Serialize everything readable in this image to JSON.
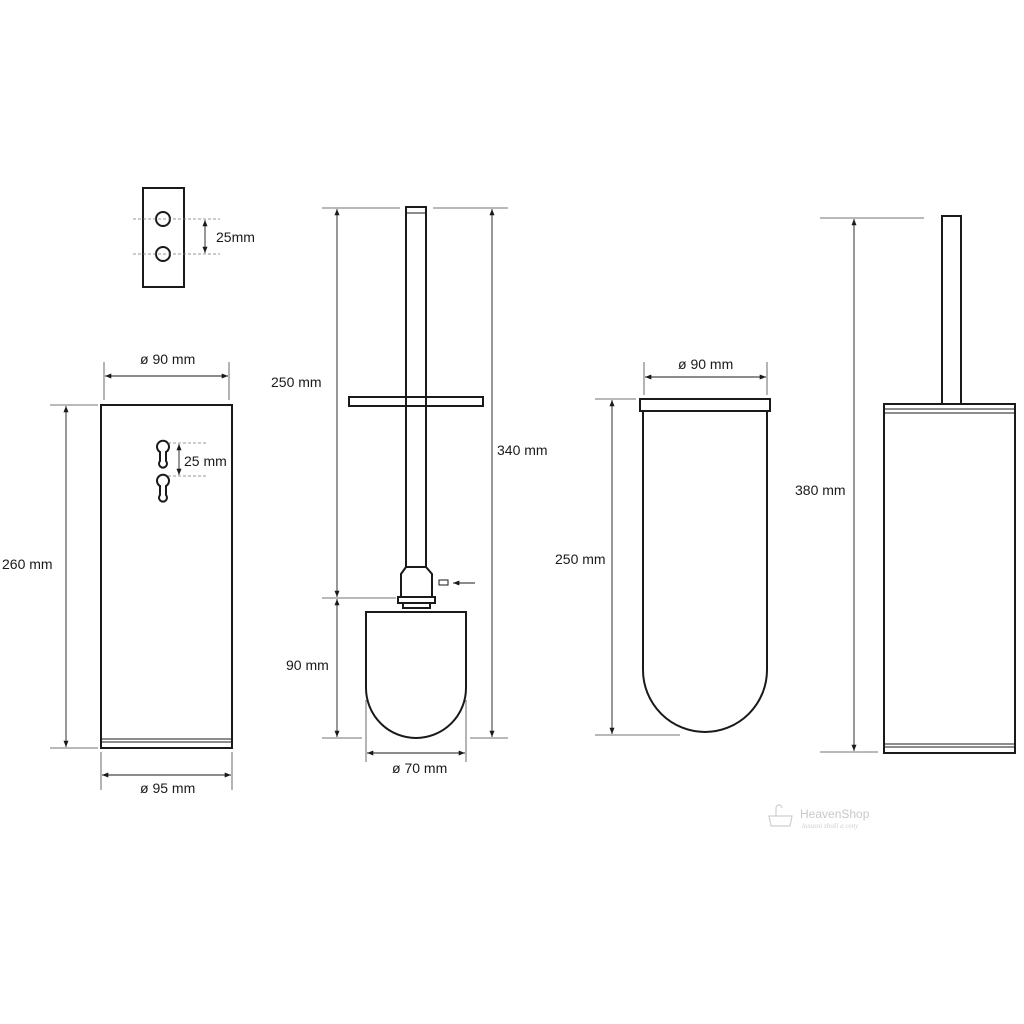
{
  "dimensions": {
    "plate_hole_spacing": "25mm",
    "holder_top_diameter": "ø 90 mm",
    "keyhole_spacing": "25 mm",
    "holder_height": "260 mm",
    "holder_base_diameter": "ø 95 mm",
    "brush_handle_length": "250 mm",
    "brush_total_length": "340 mm",
    "brush_head_height": "90 mm",
    "brush_head_diameter": "ø 70 mm",
    "insert_diameter": "ø 90 mm",
    "insert_height": "250 mm",
    "assembly_height": "380 mm"
  },
  "watermark": {
    "brand": "HeavenShop",
    "tagline": "luxusni zboží a ceny"
  }
}
